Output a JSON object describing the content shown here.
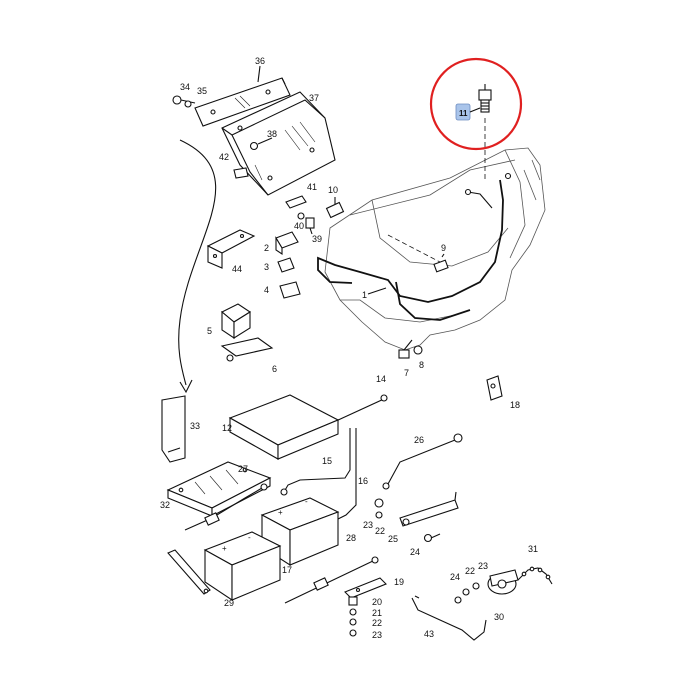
{
  "diagram": {
    "part_labels": {
      "p1": "1",
      "p2": "2",
      "p3": "3",
      "p4": "4",
      "p5": "5",
      "p6": "6",
      "p7": "7",
      "p8": "8",
      "p9": "9",
      "p10": "10",
      "p11": "11",
      "p12": "12",
      "p14": "14",
      "p15": "15",
      "p16": "16",
      "p17": "17",
      "p18": "18",
      "p19": "19",
      "p20": "20",
      "p21": "21",
      "p22a": "22",
      "p22b": "22",
      "p22c": "22",
      "p23a": "23",
      "p23b": "23",
      "p23c": "23",
      "p24a": "24",
      "p24b": "24",
      "p25": "25",
      "p26": "26",
      "p27": "27",
      "p28": "28",
      "p29": "29",
      "p30": "30",
      "p31": "31",
      "p32": "32",
      "p33": "33",
      "p34": "34",
      "p35": "35",
      "p36": "36",
      "p37": "37",
      "p38": "38",
      "p39": "39",
      "p40": "40",
      "p41": "41",
      "p42": "42",
      "p43": "43",
      "p44": "44"
    },
    "highlight": {
      "part": "11",
      "circle_color": "#e02020",
      "tag_color": "#a9c4ea"
    },
    "battery_terminal_pos": "+",
    "battery_terminal_neg": "-"
  }
}
